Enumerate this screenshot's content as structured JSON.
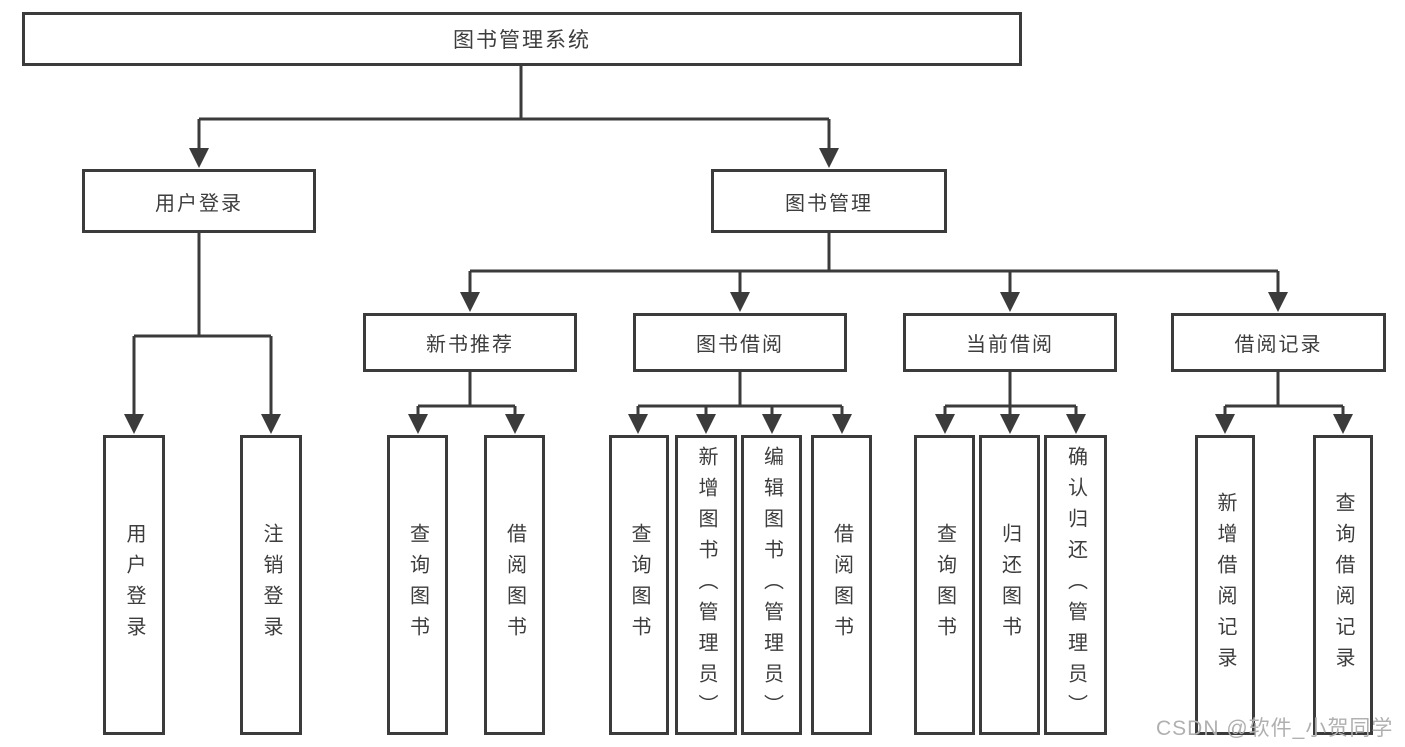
{
  "tree": {
    "label": "图书管理系统",
    "children": [
      {
        "label": "用户登录",
        "children": [
          {
            "label": "用户登录"
          },
          {
            "label": "注销登录"
          }
        ]
      },
      {
        "label": "图书管理",
        "children": [
          {
            "label": "新书推荐",
            "children": [
              {
                "label": "查询图书"
              },
              {
                "label": "借阅图书"
              }
            ]
          },
          {
            "label": "图书借阅",
            "children": [
              {
                "label": "查询图书"
              },
              {
                "label": "新增图书（管理员）"
              },
              {
                "label": "编辑图书（管理员）"
              },
              {
                "label": "借阅图书"
              }
            ]
          },
          {
            "label": "当前借阅",
            "children": [
              {
                "label": "查询图书"
              },
              {
                "label": "归还图书"
              },
              {
                "label": "确认归还（管理员）"
              }
            ]
          },
          {
            "label": "借阅记录",
            "children": [
              {
                "label": "新增借阅记录"
              },
              {
                "label": "查询借阅记录"
              }
            ]
          }
        ]
      }
    ]
  },
  "watermark": {
    "text": "CSDN @软件_小贺同学"
  },
  "colors": {
    "line": "#3b3b3b",
    "box_border": "#3b3b3b",
    "box_fill": "#ffffff",
    "text": "#3d3d3d",
    "watermark": "#b0b0b0",
    "background": "#ffffff"
  }
}
